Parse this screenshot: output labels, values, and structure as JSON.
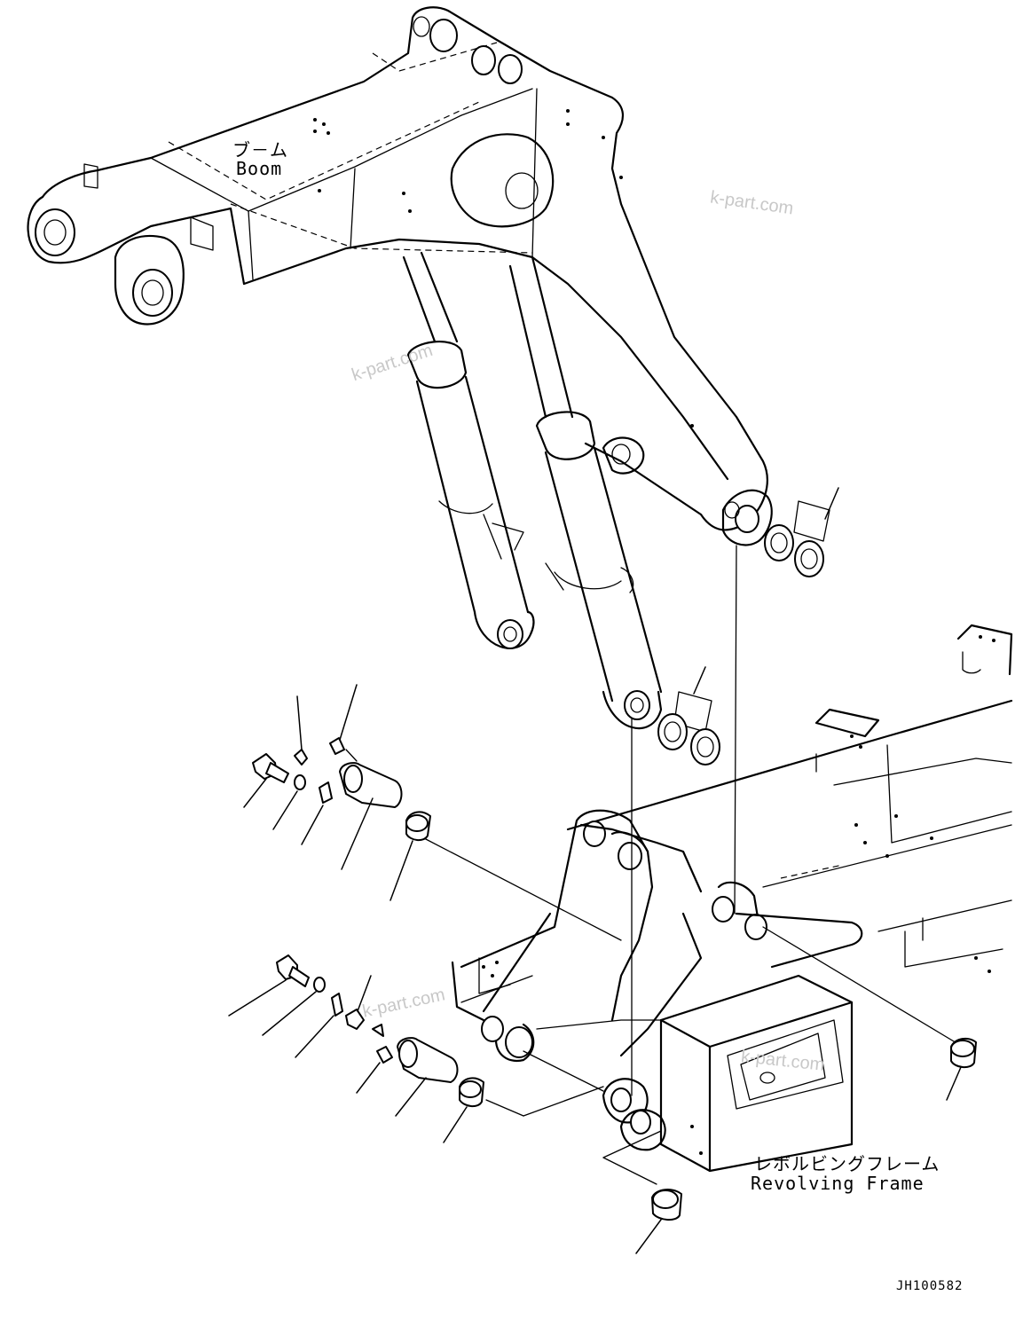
{
  "labels": {
    "boom_jp": "ブ－ム",
    "boom_en": "Boom",
    "frame_jp": "レボルビングフレーム",
    "frame_en": "Revolving Frame",
    "drawing_number": "JH100582"
  },
  "watermarks": [
    "k-part.com",
    "k-part.com",
    "k-part.com",
    "k-part.com"
  ],
  "colors": {
    "line": "#000000",
    "background": "#ffffff",
    "watermark": "#c8c8c8"
  }
}
